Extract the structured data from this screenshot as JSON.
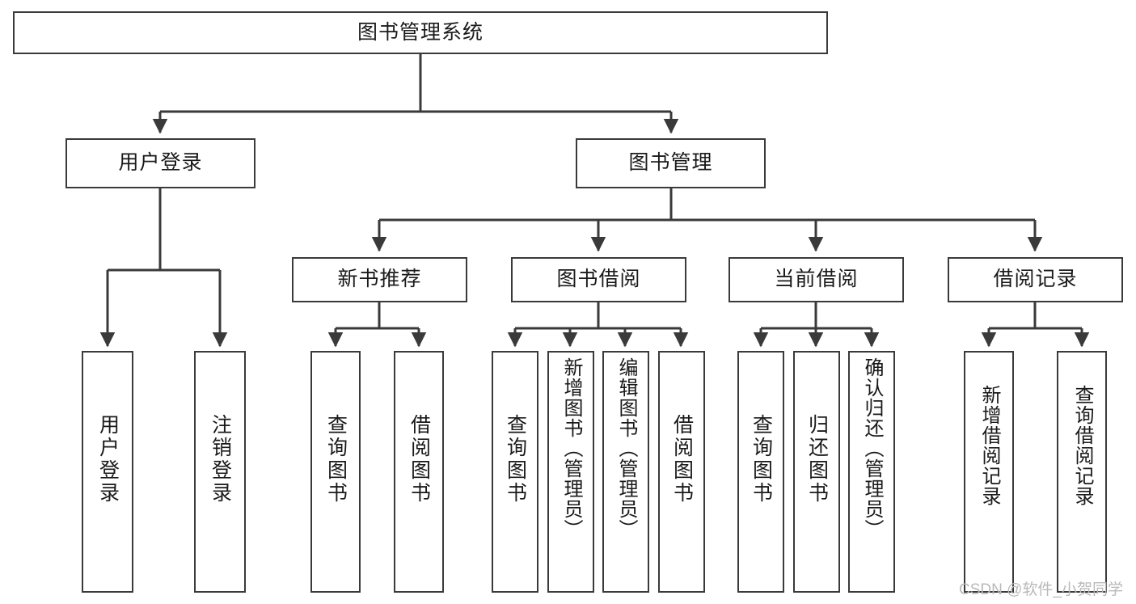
{
  "diagram": {
    "type": "tree-hierarchy-chart",
    "title": "图书管理系统",
    "edge_color": "#3a3a3a",
    "box_border_color": "#3a3a3a",
    "background_color": "#ffffff",
    "text_color": "#1a1a1a",
    "nodes": {
      "root": {
        "label": "图书管理系统"
      },
      "level2": [
        {
          "id": "user-login",
          "label": "用户登录"
        },
        {
          "id": "book-manage",
          "label": "图书管理"
        }
      ],
      "level3": [
        {
          "id": "new-book-recommend",
          "label": "新书推荐"
        },
        {
          "id": "book-borrow",
          "label": "图书借阅"
        },
        {
          "id": "current-borrow",
          "label": "当前借阅"
        },
        {
          "id": "borrow-record",
          "label": "借阅记录"
        }
      ],
      "leaves": {
        "user_login": [
          {
            "id": "leaf-user-login",
            "label": "用户登录"
          },
          {
            "id": "leaf-logout-login",
            "label": "注销登录"
          }
        ],
        "new_book_recommend": [
          {
            "id": "leaf-query-book-1",
            "label": "查询图书"
          },
          {
            "id": "leaf-borrow-book-1",
            "label": "借阅图书"
          }
        ],
        "book_borrow": [
          {
            "id": "leaf-query-book-2",
            "label": "查询图书"
          },
          {
            "id": "leaf-add-book-admin",
            "label": "新增图书（管理员）"
          },
          {
            "id": "leaf-edit-book-admin",
            "label": "编辑图书（管理员）"
          },
          {
            "id": "leaf-borrow-book-2",
            "label": "借阅图书"
          }
        ],
        "current_borrow": [
          {
            "id": "leaf-query-book-3",
            "label": "查询图书"
          },
          {
            "id": "leaf-return-book",
            "label": "归还图书"
          },
          {
            "id": "leaf-confirm-return-admin",
            "label": "确认归还（管理员）"
          }
        ],
        "borrow_record": [
          {
            "id": "leaf-add-borrow-record",
            "label": "新增借阅记录"
          },
          {
            "id": "leaf-query-borrow-record",
            "label": "查询借阅记录"
          }
        ]
      }
    }
  },
  "watermark": {
    "text": "CSDN @软件_小贺同学"
  }
}
